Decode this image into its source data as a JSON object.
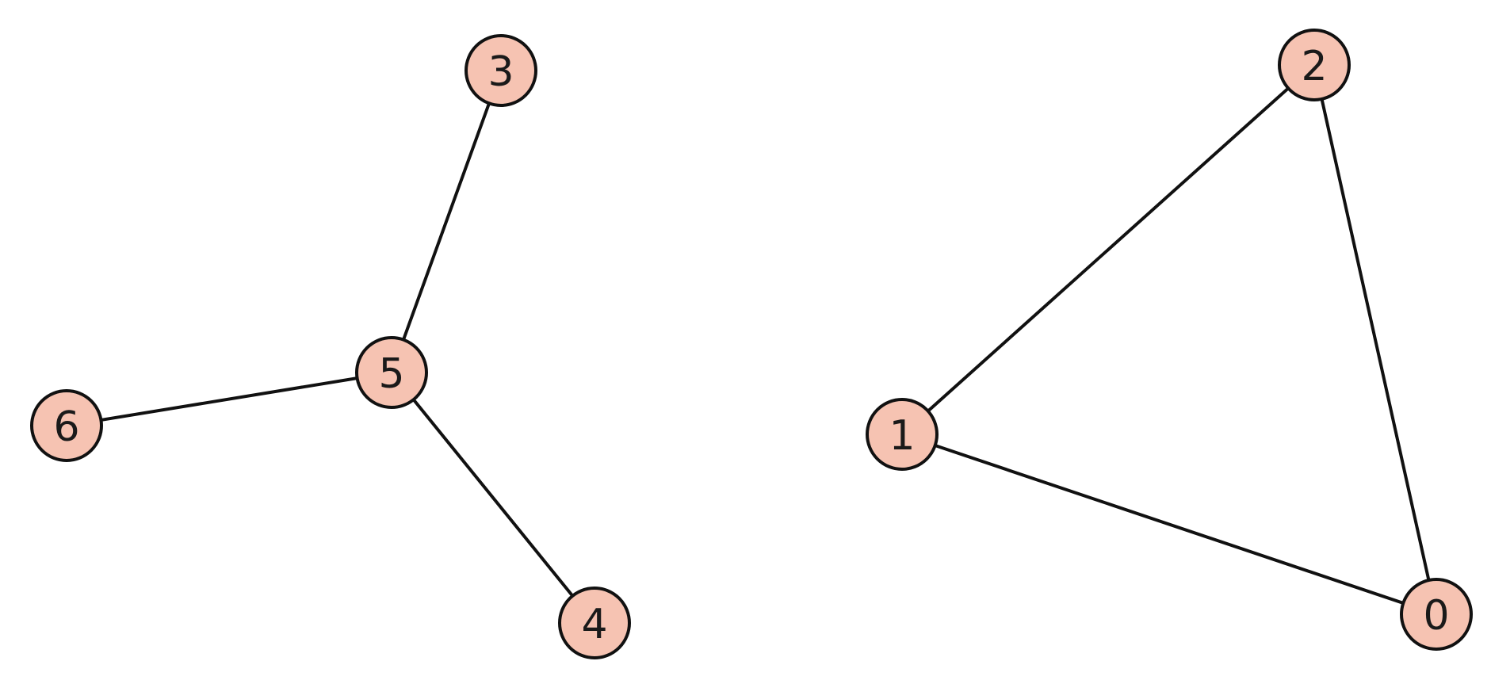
{
  "graph": {
    "node_fill": "#f6c3b2",
    "node_stroke": "#111111",
    "edge_color": "#111111",
    "nodes": [
      {
        "id": "0",
        "label": "0"
      },
      {
        "id": "1",
        "label": "1"
      },
      {
        "id": "2",
        "label": "2"
      },
      {
        "id": "3",
        "label": "3"
      },
      {
        "id": "4",
        "label": "4"
      },
      {
        "id": "5",
        "label": "5"
      },
      {
        "id": "6",
        "label": "6"
      }
    ],
    "edges": [
      {
        "source": "3",
        "target": "5"
      },
      {
        "source": "5",
        "target": "6"
      },
      {
        "source": "5",
        "target": "4"
      },
      {
        "source": "1",
        "target": "2"
      },
      {
        "source": "2",
        "target": "0"
      },
      {
        "source": "1",
        "target": "0"
      }
    ]
  }
}
